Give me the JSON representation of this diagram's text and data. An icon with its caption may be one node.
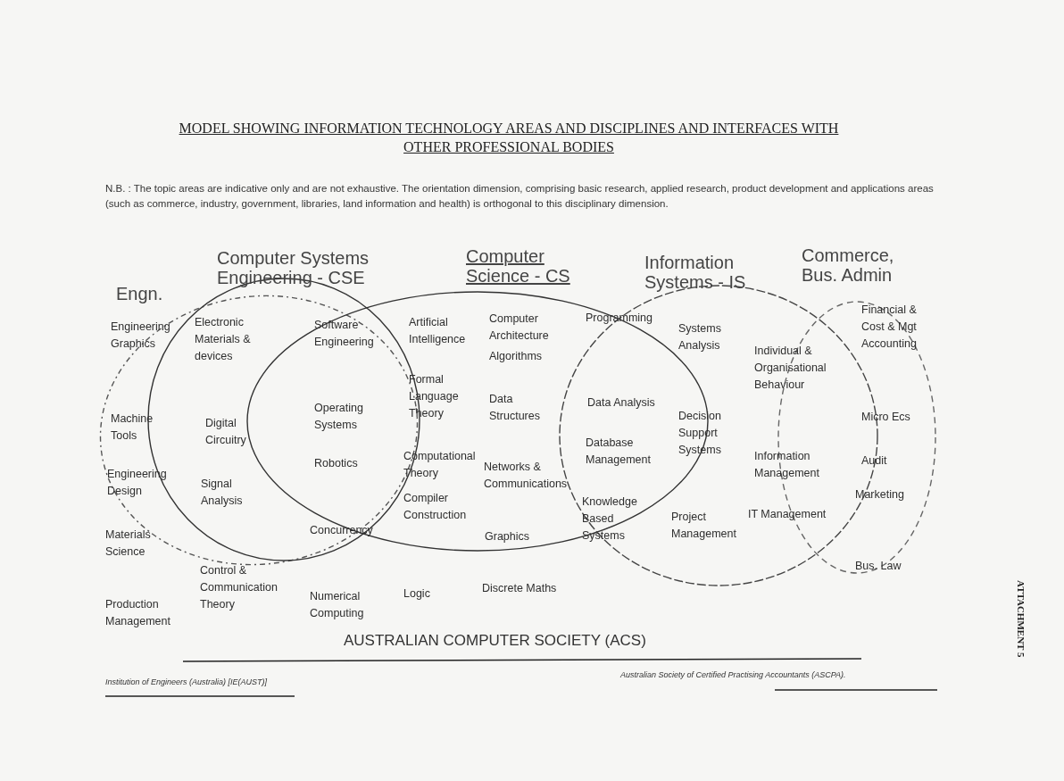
{
  "diagram": {
    "title": "MODEL SHOWING INFORMATION TECHNOLOGY AREAS AND DISCIPLINES AND INTERFACES WITH OTHER PROFESSIONAL BODIES",
    "nodes": [
      {
        "text": [
          "Engn."
        ]
      },
      {
        "text": [
          "Computer Systems Engineering - CSE"
        ]
      },
      {
        "text": [
          "Computer Science - CS"
        ]
      },
      {
        "text": [
          "Information Systems - IS"
        ]
      },
      {
        "text": [
          "Commerce, Bus. Admin"
        ]
      }
    ],
    "labels": [
      "N.B. : The topic areas are indicative only and are not exhaustive. The orientation dimension, comprising basic research, applied research, product development and applications areas (such as commerce, industry, government, libraries, land information and health) is orthogonal to this disciplinary dimension.",
      "Engineering Graphics",
      "Electronic Materials & devices",
      "Software Engineering",
      "Artificial Intelligence",
      "Computer Architecture",
      "Programming",
      "Systems Analysis",
      "Financial & Cost & Mgt Accounting",
      "Algorithms",
      "Individual & Organisational Behaviour",
      "Formal Language Theory",
      "Data Structures",
      "Data Analysis",
      "Operating Systems",
      "Machine Tools",
      "Digital Circuitry",
      "Decision Support Systems",
      "Micro Ecs",
      "Computational Theory",
      "Database Management",
      "Networks & Communications",
      "Robotics",
      "Information Management",
      "Audit",
      "Engineering Design",
      "Signal Analysis",
      "Compiler Construction",
      "Knowledge Based Systems",
      "Marketing",
      "Project Management",
      "IT Management",
      "Concurrency",
      "Graphics",
      "Materials Science",
      "Bus. Law",
      "Control & Communication Theory",
      "Logic",
      "Discrete Maths",
      "Numerical Computing",
      "Production Management",
      "AUSTRALIAN COMPUTER SOCIETY (ACS)",
      "Institution of Engineers (Australia) [IE(AUST)]",
      "Australian Society of Certified Practising Accountants (ASCPA).",
      "ATTACHMENT 5"
    ]
  }
}
